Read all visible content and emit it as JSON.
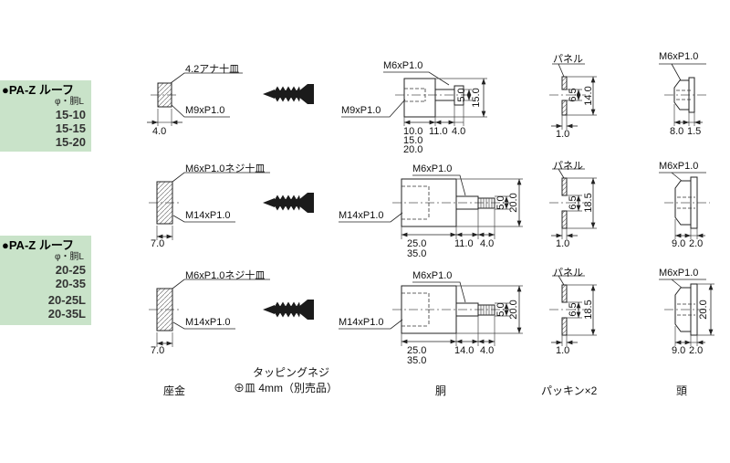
{
  "product_blocks": [
    {
      "title": "●PA-Z ルーフ",
      "spec_label": "φ・胴L",
      "sizes": [
        "15-10",
        "15-15",
        "15-20"
      ]
    },
    {
      "title": "●PA-Z ルーフ",
      "spec_label": "φ・胴L",
      "sizes": [
        "20-25",
        "20-35",
        "20-25L",
        "20-35L"
      ]
    }
  ],
  "rows": [
    {
      "washer_top_label": "4.2アナ十皿",
      "washer_thread_label": "M9xP1.0",
      "washer_width": "4.0",
      "body_thread_label": "M6xP1.0",
      "body_left_label": "M9xP1.0",
      "body_shaft_dia": "5.0",
      "body_height": "15.0",
      "body_len_a": "10.0",
      "body_len_b": "15.0",
      "body_len_c": "20.0",
      "body_mid": "11.0",
      "body_tip": "4.0",
      "panel_label": "パネル",
      "panel_hole": "6.5",
      "panel_height": "14.0",
      "panel_thickness": "1.0",
      "head_thread_label": "M6xP1.0",
      "head_width": "8.0",
      "head_lip": "1.5"
    },
    {
      "washer_top_label": "M6xP1.0ネジ十皿",
      "washer_thread_label": "M14xP1.0",
      "washer_width": "7.0",
      "body_thread_label": "M6xP1.0",
      "body_left_label": "M14xP1.0",
      "body_shaft_dia": "5.0",
      "body_height": "20.0",
      "body_len_a": "25.0",
      "body_len_b": "35.0",
      "body_mid": "11.0",
      "body_tip": "4.0",
      "panel_label": "パネル",
      "panel_hole": "6.5",
      "panel_height": "18.5",
      "panel_thickness": "1.0",
      "head_thread_label": "M6xP1.0",
      "head_width": "9.0",
      "head_lip": "2.0"
    },
    {
      "washer_top_label": "M6xP1.0ネジ十皿",
      "washer_thread_label": "M14xP1.0",
      "washer_width": "7.0",
      "body_thread_label": "M6xP1.0",
      "body_left_label": "M14xP1.0",
      "body_shaft_dia": "5.0",
      "body_height": "20.0",
      "body_len_a": "25.0",
      "body_len_b": "35.0",
      "body_mid": "14.0",
      "body_tip": "4.0",
      "panel_label": "パネル",
      "panel_hole": "6.5",
      "panel_height": "18.5",
      "panel_thickness": "1.0",
      "head_thread_label": "M6xP1.0",
      "head_width": "9.0",
      "head_lip": "2.0",
      "head_height": "20.0"
    }
  ],
  "footer": {
    "washer_label": "座金",
    "screw_label_line1": "タッピングネジ",
    "screw_label_line2": "⊕皿 4mm（別売品）",
    "body_label": "胴",
    "packing_label": "パッキン×2",
    "head_label": "頭"
  },
  "colors": {
    "highlight_green": "#c9e3c9",
    "line_color": "#222222"
  }
}
